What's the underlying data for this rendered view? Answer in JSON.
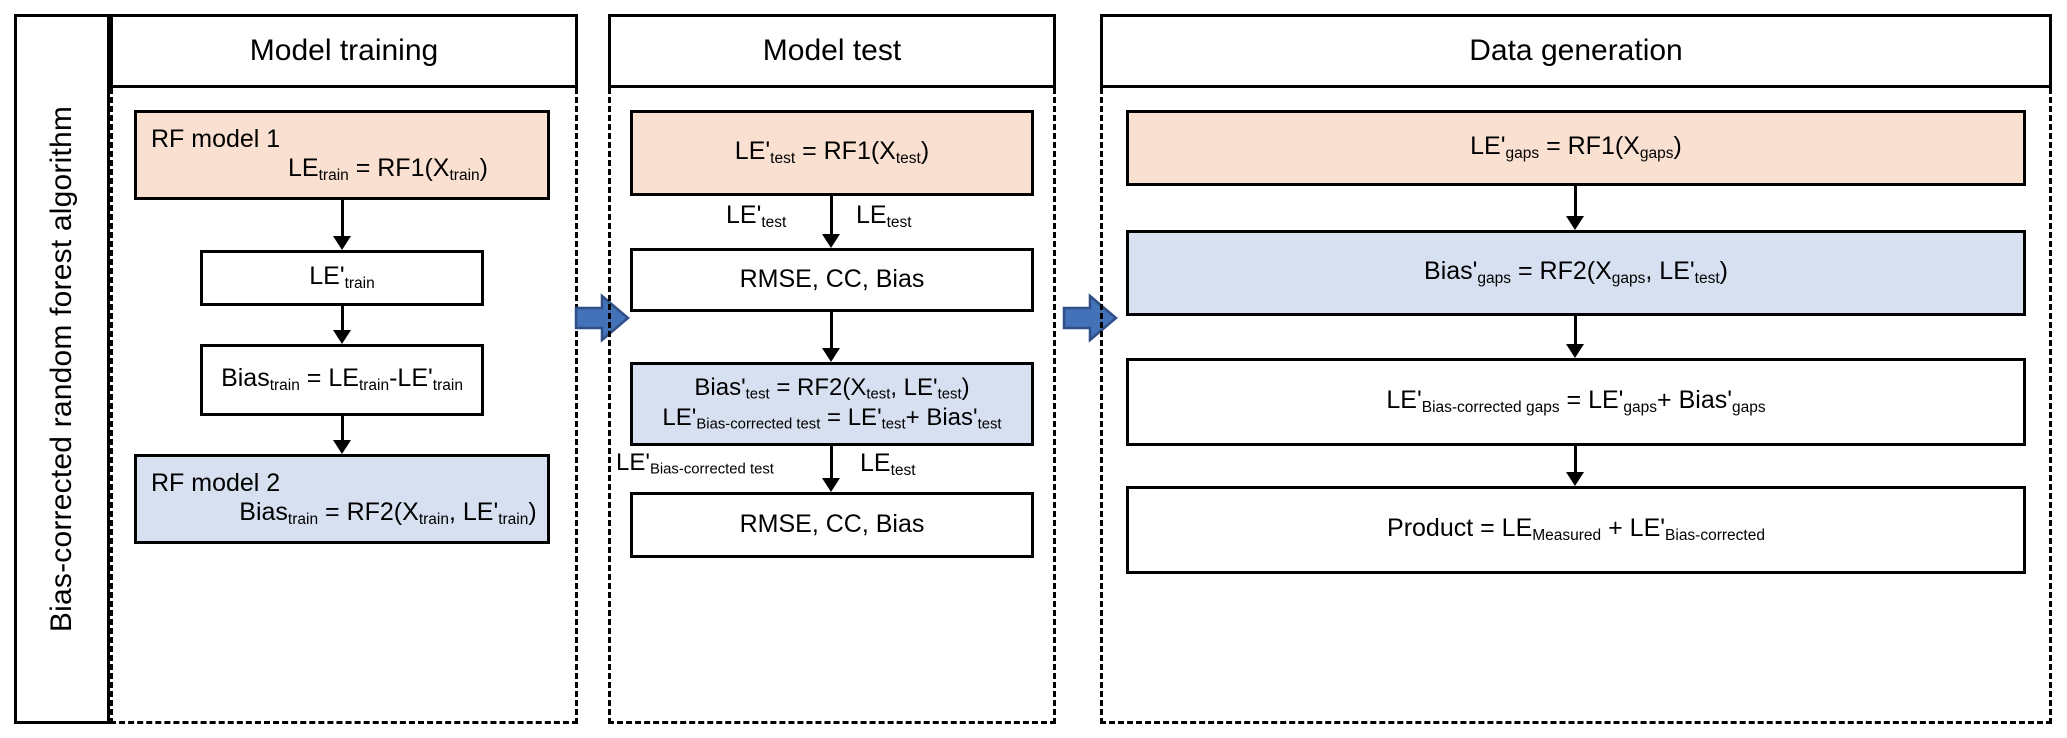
{
  "algorithm": {
    "label": "Bias-corrected random forest algorithm"
  },
  "stages": [
    {
      "id": "training",
      "title": "Model training",
      "nodes": [
        {
          "name": "rf-model-1-node",
          "style": "peach",
          "lines": [
            "RF model 1",
            "LE_train = RF1(X_train)"
          ]
        },
        {
          "name": "le-prime-train-node",
          "style": "plain",
          "lines": [
            "LE'_train"
          ]
        },
        {
          "name": "bias-train-node",
          "style": "plain",
          "lines": [
            "Bias_train = LE_train-LE'_train"
          ]
        },
        {
          "name": "rf-model-2-node",
          "style": "blue",
          "lines": [
            "RF model 2",
            "Bias_train = RF2(X_train, LE'_train)"
          ]
        }
      ],
      "edge_labels": []
    },
    {
      "id": "test",
      "title": "Model test",
      "nodes": [
        {
          "name": "le-prime-test-node",
          "style": "peach",
          "lines": [
            "LE'_test = RF1(X_test)"
          ]
        },
        {
          "name": "metrics-test-node",
          "style": "plain",
          "lines": [
            "RMSE, CC, Bias"
          ]
        },
        {
          "name": "bias-prime-test-node",
          "style": "blue",
          "lines": [
            "Bias'_test = RF2(X_test, LE'_test)",
            "LE'_Bias-corrected test = LE'_test + Bias'_test"
          ]
        },
        {
          "name": "metrics-corrected-node",
          "style": "plain",
          "lines": [
            "RMSE, CC, Bias"
          ]
        }
      ],
      "edge_labels": [
        {
          "name": "edge-label-le-prime-test",
          "text": "LE'_test"
        },
        {
          "name": "edge-label-le-test",
          "text": "LE_test"
        },
        {
          "name": "edge-label-le-prime-bias-corrected-test",
          "text": "LE'_Bias-corrected test"
        },
        {
          "name": "edge-label-le-test-2",
          "text": "LE_test"
        }
      ]
    },
    {
      "id": "gaps",
      "title": "Data generation",
      "nodes": [
        {
          "name": "le-prime-gaps-node",
          "style": "peach",
          "lines": [
            "LE'_gaps = RF1(X_gaps)"
          ]
        },
        {
          "name": "bias-prime-gaps-node",
          "style": "blue",
          "lines": [
            "Bias'_gaps = RF2(X_gaps, LE'_test)"
          ]
        },
        {
          "name": "le-bias-corrected-gaps-node",
          "style": "plain",
          "lines": [
            "LE'_Bias-corrected gaps = LE'_gaps+ Bias'_gaps"
          ]
        },
        {
          "name": "product-node",
          "style": "plain",
          "lines": [
            "Product = LE_Measured + LE'_Bias-corrected"
          ]
        }
      ],
      "edge_labels": []
    }
  ],
  "connectors": {
    "stage_arrow_1_name": "stage-arrow-training-to-test",
    "stage_arrow_2_name": "stage-arrow-test-to-gaps"
  },
  "colors": {
    "peach_fill": "#fae0d0",
    "blue_fill": "#d6e0f0",
    "block_arrow_fill": "#4472b8",
    "block_arrow_stroke": "#2f4f86",
    "line": "#000000",
    "background": "#ffffff"
  },
  "text": {
    "algo_label": "Bias-corrected random forest algorithm",
    "title_training": "Model training",
    "title_test": "Model test",
    "title_gaps": "Data generation",
    "rf_model_1_line1": "RF model 1",
    "rf_model_1_line2_pre": "LE",
    "rf_model_1_line2_sub": "train",
    "rf_model_1_line2_mid": " = RF1(X",
    "rf_model_1_line2_sub2": "train",
    "rf_model_1_line2_end": ")",
    "le_prime_train": "LE'",
    "le_prime_train_sub": "train",
    "bias_train_eq_a": "Bias",
    "bias_train_eq_a_sub": "train",
    "bias_train_eq_b": " = LE",
    "bias_train_eq_b_sub": "train",
    "bias_train_eq_c": "-LE'",
    "bias_train_eq_c_sub": "train",
    "rf_model_2_line1": "RF model 2",
    "rf_model_2_line2_a": "Bias",
    "rf_model_2_line2_a_sub": "train",
    "rf_model_2_line2_b": " = RF2(X",
    "rf_model_2_line2_b_sub": "train",
    "rf_model_2_line2_c": ", LE'",
    "rf_model_2_line2_c_sub": "train",
    "rf_model_2_line2_d": ")",
    "le_prime_test_eq_a": "LE'",
    "le_prime_test_eq_a_sub": "test",
    "le_prime_test_eq_b": " = RF1(X",
    "le_prime_test_eq_b_sub": "test",
    "le_prime_test_eq_c": ")",
    "metrics": "RMSE, CC, Bias",
    "bias_prime_test_a": "Bias'",
    "bias_prime_test_a_sub": "test",
    "bias_prime_test_b": " = RF2(X",
    "bias_prime_test_b_sub": "test",
    "bias_prime_test_c": ", LE'",
    "bias_prime_test_c_sub": "test",
    "bias_prime_test_d": ")",
    "le_bc_test_a": "LE'",
    "le_bc_test_a_sub": "Bias-corrected test",
    "le_bc_test_b": " = LE'",
    "le_bc_test_b_sub": "test",
    "le_bc_test_c": "+ Bias'",
    "le_bc_test_c_sub": "test",
    "edge_le_prime_test": "LE'",
    "edge_le_prime_test_sub": "test",
    "edge_le_test": "LE",
    "edge_le_test_sub": "test",
    "edge_le_bc_test": "LE'",
    "edge_le_bc_test_sub": "Bias-corrected test",
    "le_prime_gaps_a": "LE'",
    "le_prime_gaps_a_sub": "gaps",
    "le_prime_gaps_b": " = RF1(X",
    "le_prime_gaps_b_sub": "gaps",
    "le_prime_gaps_c": ")",
    "bias_prime_gaps_a": "Bias'",
    "bias_prime_gaps_a_sub": "gaps",
    "bias_prime_gaps_b": " = RF2(X",
    "bias_prime_gaps_b_sub": "gaps",
    "bias_prime_gaps_c": ", LE'",
    "bias_prime_gaps_c_sub": "test",
    "bias_prime_gaps_d": ")",
    "le_bc_gaps_a": "LE'",
    "le_bc_gaps_a_sub": "Bias-corrected gaps",
    "le_bc_gaps_b": " = LE'",
    "le_bc_gaps_b_sub": "gaps",
    "le_bc_gaps_c": "+ Bias'",
    "le_bc_gaps_c_sub": "gaps",
    "product_a": "Product = LE",
    "product_a_sub": "Measured",
    "product_b": " + LE'",
    "product_b_sub": "Bias-corrected"
  }
}
